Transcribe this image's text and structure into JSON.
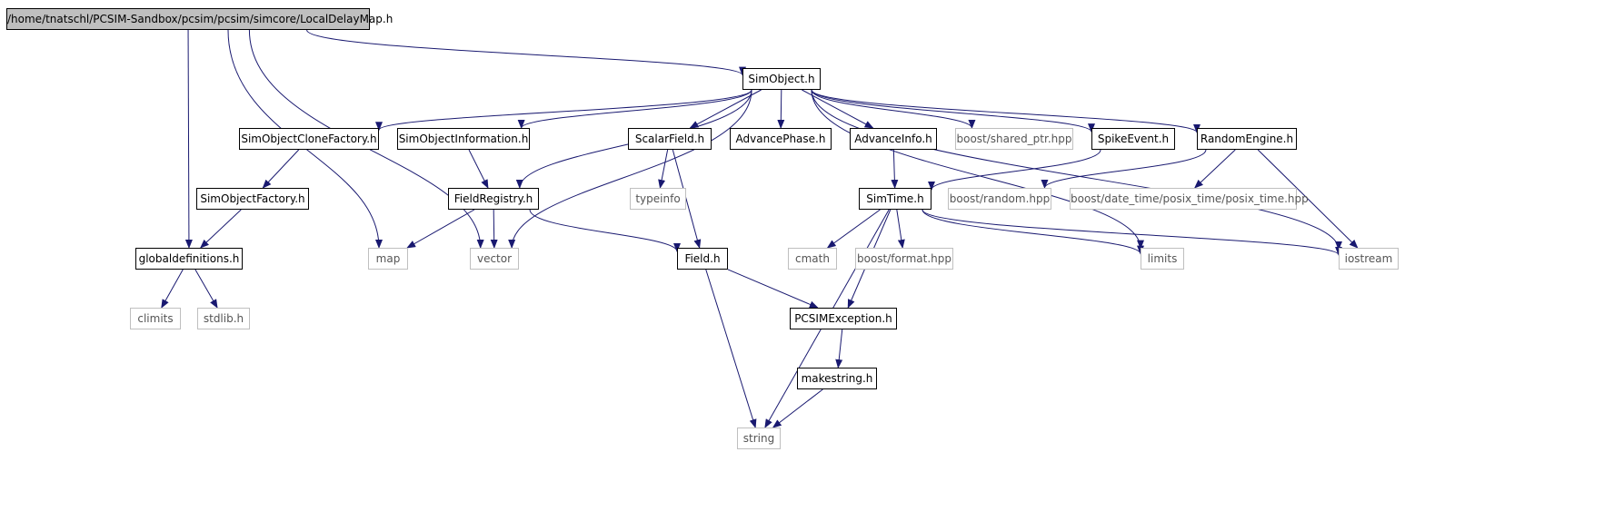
{
  "graph": {
    "root": "/home/tnatschl/PCSIM-Sandbox/pcsim/pcsim/simcore/LocalDelayMap.h",
    "nodes": {
      "localdelaymap": {
        "label": "/home/tnatschl/PCSIM-Sandbox/pcsim/pcsim/simcore/LocalDelayMap.h",
        "kind": "root"
      },
      "simobject": {
        "label": "SimObject.h",
        "kind": "local"
      },
      "simobjectclonefactory": {
        "label": "SimObjectCloneFactory.h",
        "kind": "local"
      },
      "simobjectinformation": {
        "label": "SimObjectInformation.h",
        "kind": "local"
      },
      "scalarfield": {
        "label": "ScalarField.h",
        "kind": "local"
      },
      "advancephase": {
        "label": "AdvancePhase.h",
        "kind": "local"
      },
      "advanceinfo": {
        "label": "AdvanceInfo.h",
        "kind": "local"
      },
      "shared_ptr": {
        "label": "boost/shared_ptr.hpp",
        "kind": "external"
      },
      "spikeevent": {
        "label": "SpikeEvent.h",
        "kind": "local"
      },
      "randomengine": {
        "label": "RandomEngine.h",
        "kind": "local"
      },
      "simobjectfactory": {
        "label": "SimObjectFactory.h",
        "kind": "local"
      },
      "fieldregistry": {
        "label": "FieldRegistry.h",
        "kind": "local"
      },
      "typeinfo": {
        "label": "typeinfo",
        "kind": "external"
      },
      "simtime": {
        "label": "SimTime.h",
        "kind": "local"
      },
      "boostrandom": {
        "label": "boost/random.hpp",
        "kind": "external"
      },
      "posix_time": {
        "label": "boost/date_time/posix_time/posix_time.hpp",
        "kind": "external"
      },
      "globaldefinitions": {
        "label": "globaldefinitions.h",
        "kind": "local"
      },
      "map": {
        "label": "map",
        "kind": "external"
      },
      "vector": {
        "label": "vector",
        "kind": "external"
      },
      "field": {
        "label": "Field.h",
        "kind": "local"
      },
      "cmath": {
        "label": "cmath",
        "kind": "external"
      },
      "boostformat": {
        "label": "boost/format.hpp",
        "kind": "external"
      },
      "limits": {
        "label": "limits",
        "kind": "external"
      },
      "iostream": {
        "label": "iostream",
        "kind": "external"
      },
      "climits": {
        "label": "climits",
        "kind": "external"
      },
      "stdlib": {
        "label": "stdlib.h",
        "kind": "external"
      },
      "pcsimexception": {
        "label": "PCSIMException.h",
        "kind": "local"
      },
      "makestring": {
        "label": "makestring.h",
        "kind": "local"
      },
      "string": {
        "label": "string",
        "kind": "external"
      }
    },
    "edges": [
      [
        "localdelaymap",
        "simobject"
      ],
      [
        "localdelaymap",
        "globaldefinitions"
      ],
      [
        "localdelaymap",
        "map"
      ],
      [
        "localdelaymap",
        "vector"
      ],
      [
        "simobject",
        "simobjectclonefactory"
      ],
      [
        "simobject",
        "simobjectinformation"
      ],
      [
        "simobject",
        "fieldregistry"
      ],
      [
        "simobject",
        "vector"
      ],
      [
        "simobject",
        "scalarfield"
      ],
      [
        "simobject",
        "advancephase"
      ],
      [
        "simobject",
        "advanceinfo"
      ],
      [
        "simobject",
        "shared_ptr"
      ],
      [
        "simobject",
        "spikeevent"
      ],
      [
        "simobject",
        "randomengine"
      ],
      [
        "simobject",
        "limits"
      ],
      [
        "simobject",
        "iostream"
      ],
      [
        "simobjectclonefactory",
        "simobjectfactory"
      ],
      [
        "simobjectfactory",
        "globaldefinitions"
      ],
      [
        "simobjectinformation",
        "fieldregistry"
      ],
      [
        "fieldregistry",
        "map"
      ],
      [
        "fieldregistry",
        "vector"
      ],
      [
        "fieldregistry",
        "field"
      ],
      [
        "scalarfield",
        "typeinfo"
      ],
      [
        "scalarfield",
        "field"
      ],
      [
        "advanceinfo",
        "simtime"
      ],
      [
        "spikeevent",
        "simtime"
      ],
      [
        "randomengine",
        "boostrandom"
      ],
      [
        "randomengine",
        "posix_time"
      ],
      [
        "randomengine",
        "iostream"
      ],
      [
        "simtime",
        "string"
      ],
      [
        "simtime",
        "cmath"
      ],
      [
        "simtime",
        "boostformat"
      ],
      [
        "simtime",
        "pcsimexception"
      ],
      [
        "simtime",
        "limits"
      ],
      [
        "simtime",
        "iostream"
      ],
      [
        "globaldefinitions",
        "climits"
      ],
      [
        "globaldefinitions",
        "stdlib"
      ],
      [
        "field",
        "pcsimexception"
      ],
      [
        "field",
        "string"
      ],
      [
        "pcsimexception",
        "makestring"
      ],
      [
        "makestring",
        "string"
      ]
    ],
    "colors": {
      "edge": "#191970",
      "root_fill": "#bfbfbf",
      "local_border": "#000000",
      "external_border": "#bfbfbf"
    }
  }
}
